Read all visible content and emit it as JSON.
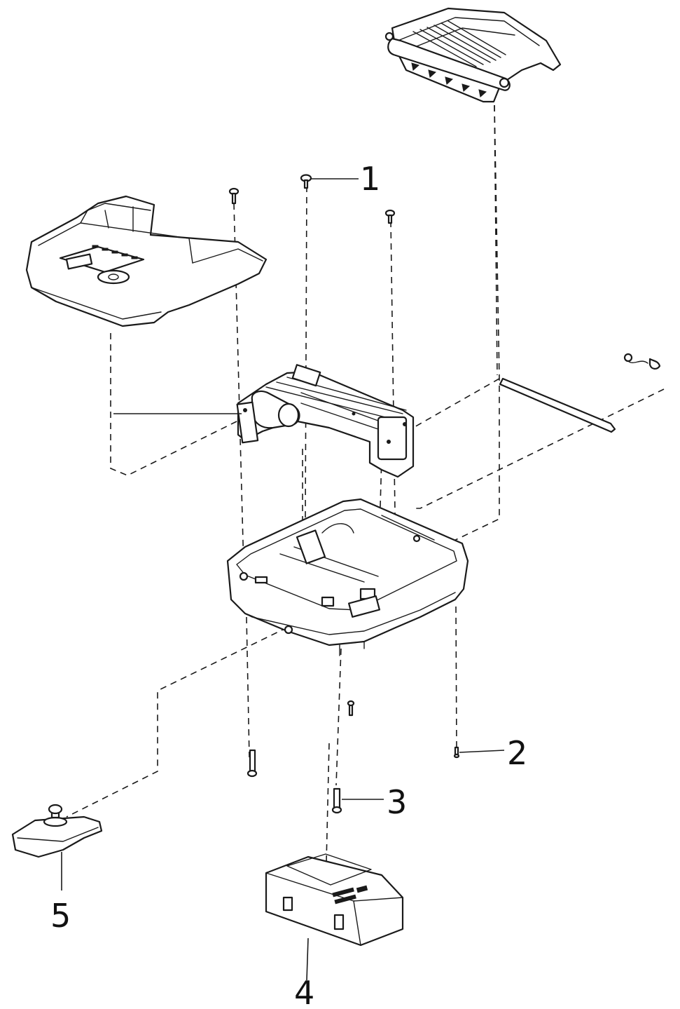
{
  "callouts": [
    {
      "id": "callout-1",
      "label": "1"
    },
    {
      "id": "callout-2",
      "label": "2"
    },
    {
      "id": "callout-3",
      "label": "3"
    },
    {
      "id": "callout-4",
      "label": "4"
    },
    {
      "id": "callout-5",
      "label": "5"
    }
  ],
  "colors": {
    "line": "#1a1a1a",
    "background": "#ffffff"
  }
}
